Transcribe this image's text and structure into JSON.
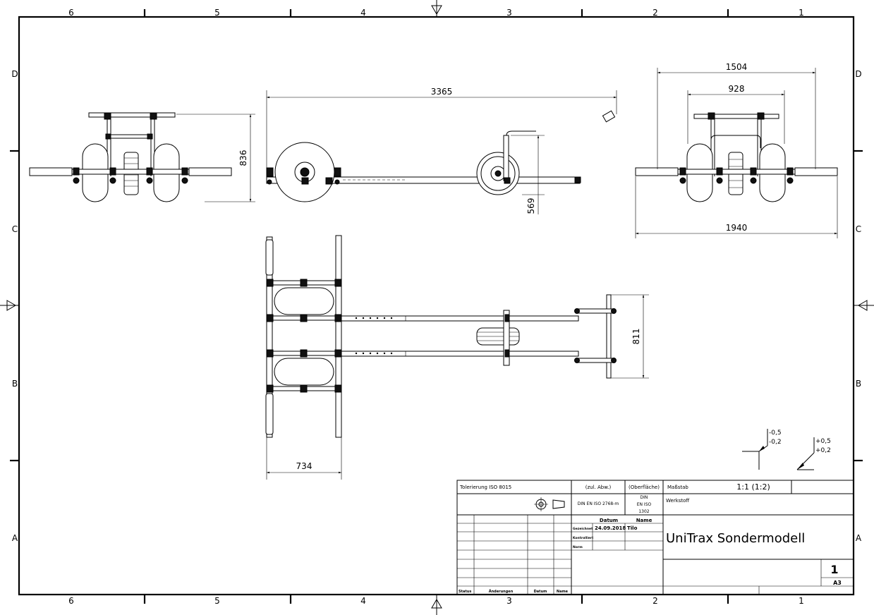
{
  "border": {
    "columns": [
      "6",
      "5",
      "4",
      "3",
      "2",
      "1"
    ],
    "rows": [
      "D",
      "C",
      "B",
      "A"
    ]
  },
  "dimensions": {
    "front_height": "836",
    "side_length": "3365",
    "side_wheel_height": "569",
    "rear_outer_width": "1504",
    "rear_inner_width": "928",
    "rear_total_width": "1940",
    "top_drawbar_width": "811",
    "top_frame_width": "734"
  },
  "tolerance_symbols": {
    "neg_upper": "-0,5",
    "neg_lower": "-0,2",
    "pos_upper": "+0,5",
    "pos_lower": "+0,2"
  },
  "title_block": {
    "tolerance_label": "Tolerierung ISO 8015",
    "zul_abw_label": "(zul. Abw.)",
    "oberflaeche_label": "(Oberfläche)",
    "massstab_label": "Maßstab",
    "scale_value": "1:1 (1:2)",
    "din_iso_value": "DIN EN ISO 2768-m",
    "din_iso1302_line1": "DIN",
    "din_iso1302_line2": "EN ISO",
    "din_iso1302_line3": "1302",
    "werkstoff_label": "Werkstoff",
    "datum_header": "Datum",
    "name_header": "Name",
    "gezeichnet_label": "Gezeichnet",
    "gezeichnet_date": "24.09.2018",
    "gezeichnet_name": "Tilo",
    "kontrolliert_label": "Kontrolliert",
    "norm_label": "Norm",
    "title": "UniTrax Sondermodell",
    "sheet_number": "1",
    "format": "A3",
    "status_label": "Status",
    "aenderungen_label": "Änderungen",
    "rev_datum_label": "Datum",
    "rev_name_label": "Name"
  }
}
